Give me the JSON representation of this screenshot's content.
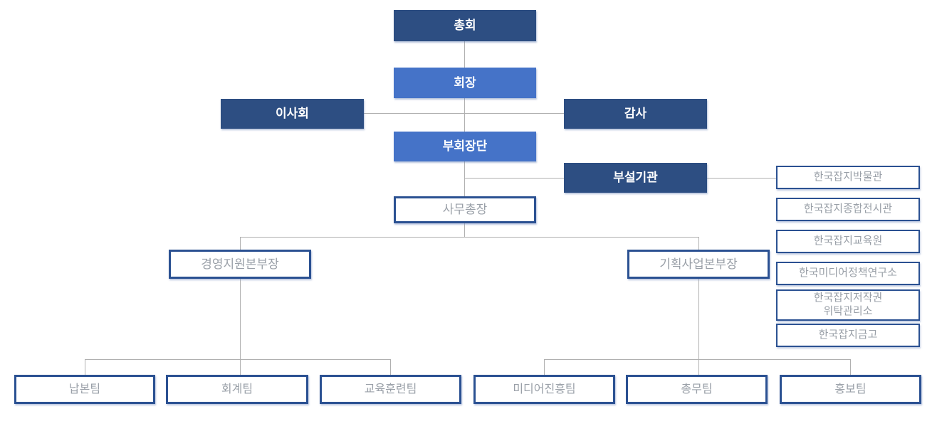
{
  "palette": {
    "dark_blue": "#2d4e82",
    "light_blue": "#4573c8",
    "border_blue": "#2b5192",
    "gray_text": "#9aa0a8",
    "connector_gray": "#b0b0b0"
  },
  "org_chart": {
    "nodes": {
      "general_assembly": "총회",
      "chairman": "회장",
      "board_of_directors": "이사회",
      "auditor": "감사",
      "vice_chairmen": "부회장단",
      "affiliated_org": "부설기관",
      "secretary_general": "사무총장",
      "management_support_head": "경영지원본부장",
      "planning_business_head": "기획사업본부장"
    },
    "affiliates": [
      "한국잡지박물관",
      "한국잡지종합전시관",
      "한국잡지교육원",
      "한국미디어정책연구소",
      "한국잡지저작권\n위탁관리소",
      "한국잡지금고"
    ],
    "teams": [
      "납본팀",
      "회계팀",
      "교육훈련팀",
      "미디어진흥팀",
      "총무팀",
      "홍보팀"
    ]
  }
}
